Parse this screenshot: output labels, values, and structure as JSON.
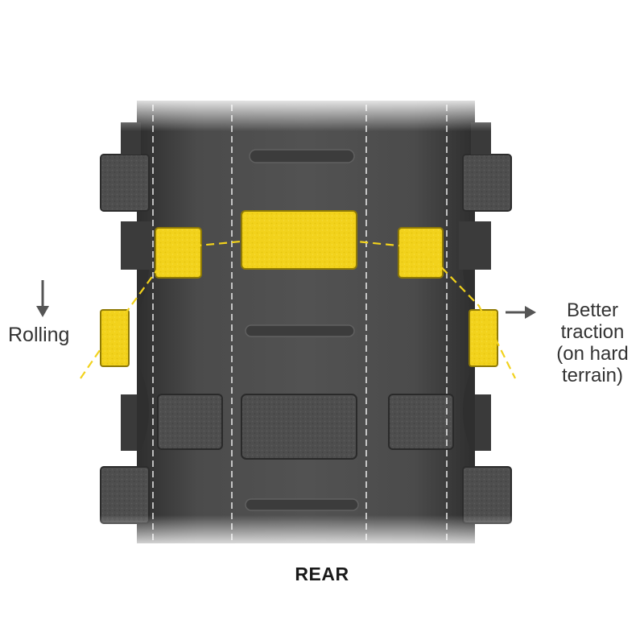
{
  "labels": {
    "rolling": "Rolling",
    "traction_lines": [
      "Better",
      "traction",
      "(on hard",
      "terrain)"
    ],
    "position": "REAR"
  },
  "colors": {
    "highlight": "#f2d21c",
    "tire_dark": "#3a3a3a",
    "tire_mid": "#4a4a4a",
    "arrow": "#555555",
    "guide_line": "#ffffff"
  },
  "icons": {
    "down_arrow": "arrow-down-icon",
    "right_arrow": "arrow-right-icon"
  }
}
